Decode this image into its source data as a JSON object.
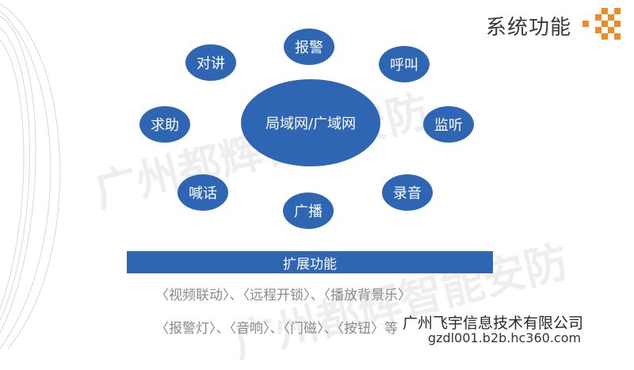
{
  "header": {
    "title": "系统功能"
  },
  "watermark": {
    "text": "广州都辉智能安防"
  },
  "diagram": {
    "center": "局域网/广域网",
    "nodes": {
      "duijiang": "对讲",
      "baojing": "报警",
      "hujiao": "呼叫",
      "jianting": "监听",
      "luyin": "录音",
      "guangbo": "广播",
      "hanhua": "喊话",
      "qiuzhu": "求助"
    }
  },
  "extension": {
    "title": "扩展功能",
    "line1": "〈视频联动〉、〈远程开锁〉、〈播放背景乐〉",
    "line2": "〈报警灯〉、〈音响〉、〈门磁〉、〈按钮〉等"
  },
  "footer": {
    "company": "广州飞宇信息技术有限公司",
    "url": "gzdl001.b2b.hc360.com"
  },
  "colors": {
    "node": "#2f66b4",
    "logo_orange": "#f08a24"
  }
}
